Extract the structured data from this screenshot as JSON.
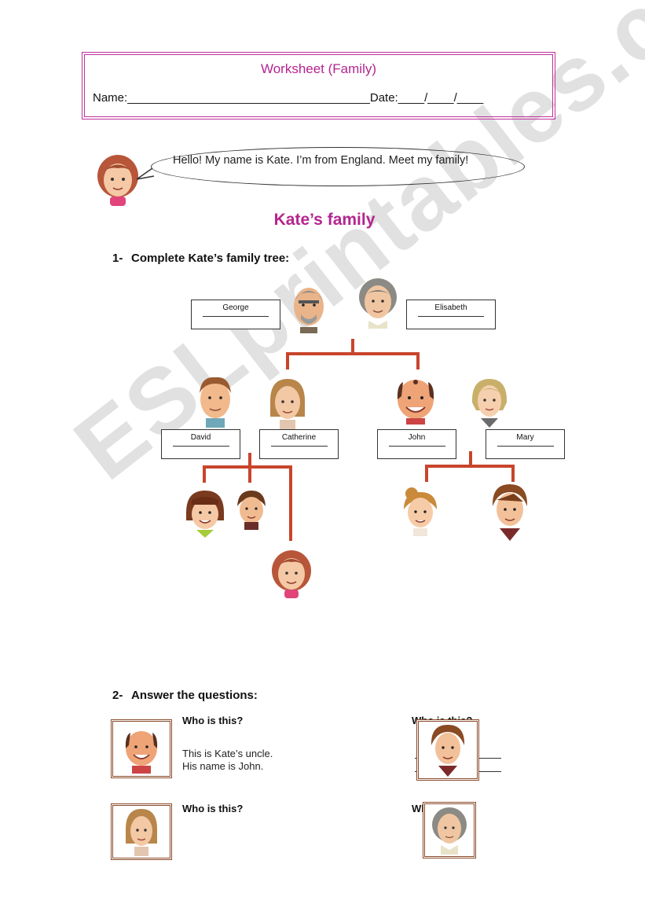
{
  "header": {
    "title": "Worksheet (Family)",
    "name_label": "Name:",
    "name_blank": "_____________________________________",
    "date_label": "Date:",
    "date_blank": "____/____/____"
  },
  "intro": {
    "speech": "Hello! My name is Kate. I’m from England. Meet my family!"
  },
  "tree": {
    "heading": "Kate’s family",
    "question": {
      "number": "1-",
      "text": "Complete Kate’s family tree:"
    },
    "grandparents": [
      "George",
      "Elisabeth"
    ],
    "parents": [
      "David",
      "Catherine",
      "John",
      "Mary"
    ]
  },
  "answers": {
    "question": {
      "number": "2-",
      "text": "Answer the questions:"
    },
    "items": [
      {
        "prompt": "Who is this?",
        "answer_line1": "This is Kate’s uncle.",
        "answer_line2": "His name is John."
      },
      {
        "prompt": "Who is this?"
      },
      {
        "prompt": "Who is this?"
      },
      {
        "prompt": "Who is this?"
      }
    ]
  },
  "watermark": "ESLprintables.com",
  "colors": {
    "accent": "#b5248f",
    "tree_lines": "#c8452c",
    "frame": "#8a4a2a"
  },
  "icons": {
    "kate": "girl-face-icon",
    "george": "old-man-face-icon",
    "elisabeth": "old-woman-face-icon",
    "david": "man-face-icon",
    "catherine": "woman-face-icon",
    "john": "bald-man-face-icon",
    "mary": "blonde-woman-face-icon"
  }
}
